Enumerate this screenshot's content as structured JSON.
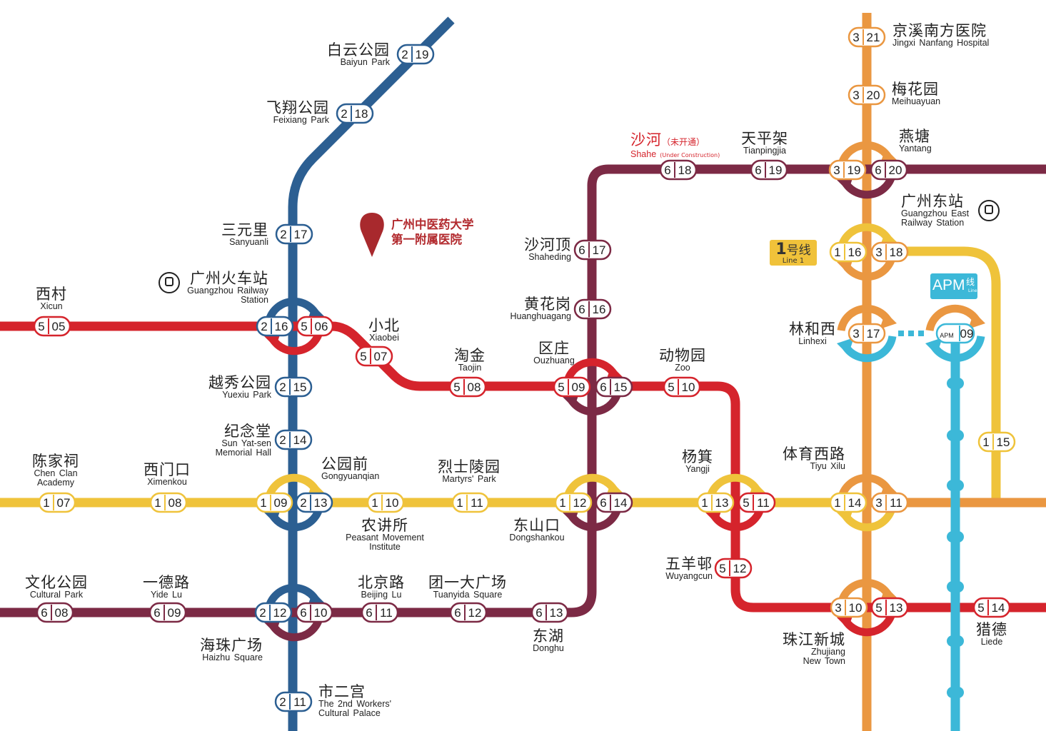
{
  "colors": {
    "line1": "#efc33b",
    "line2": "#2c5f92",
    "line3": "#ea9741",
    "line5": "#d5242c",
    "line6": "#7c2a45",
    "apm": "#3cb8d8"
  },
  "legend": {
    "line1_badge": "1",
    "line1_badge_zh": "号线",
    "line1_badge_en": "Line 1",
    "apm_badge": "APM",
    "apm_badge_zh": "线",
    "apm_badge_sub": "Line"
  },
  "hospital": {
    "name_line1": "广州中医药大学",
    "name_line2": "第一附属医院",
    "icon": "map-pin-icon"
  },
  "stations": [
    {
      "id": "baiyun-park",
      "zh": "白云公园",
      "en": "Baiyun Park",
      "codes": [
        [
          "2",
          "19"
        ]
      ]
    },
    {
      "id": "feixiang-park",
      "zh": "飞翔公园",
      "en": "Feixiang Park",
      "codes": [
        [
          "2",
          "18"
        ]
      ]
    },
    {
      "id": "sanyuanli",
      "zh": "三元里",
      "en": "Sanyuanli",
      "codes": [
        [
          "2",
          "17"
        ]
      ]
    },
    {
      "id": "guangzhou-railway-station",
      "zh": "广州火车站",
      "en1": "Guangzhou Railway",
      "en2": "Station",
      "codes": [
        [
          "2",
          "16"
        ],
        [
          "5",
          "06"
        ]
      ]
    },
    {
      "id": "xicun",
      "zh": "西村",
      "en": "Xicun",
      "codes": [
        [
          "5",
          "05"
        ]
      ]
    },
    {
      "id": "xiaobei",
      "zh": "小北",
      "en": "Xiaobei",
      "codes": [
        [
          "5",
          "07"
        ]
      ]
    },
    {
      "id": "taojin",
      "zh": "淘金",
      "en": "Taojin",
      "codes": [
        [
          "5",
          "08"
        ]
      ]
    },
    {
      "id": "ouzhuang",
      "zh": "区庄",
      "en": "Ouzhuang",
      "codes": [
        [
          "5",
          "09"
        ],
        [
          "6",
          "15"
        ]
      ]
    },
    {
      "id": "zoo",
      "zh": "动物园",
      "en": "Zoo",
      "codes": [
        [
          "5",
          "10"
        ]
      ]
    },
    {
      "id": "yuexiu-park",
      "zh": "越秀公园",
      "en": "Yuexiu Park",
      "codes": [
        [
          "2",
          "15"
        ]
      ]
    },
    {
      "id": "sun-yat-sen-memorial-hall",
      "zh": "纪念堂",
      "en1": "Sun Yat-sen",
      "en2": "Memorial Hall",
      "codes": [
        [
          "2",
          "14"
        ]
      ]
    },
    {
      "id": "chen-clan-academy",
      "zh": "陈家祠",
      "en1": "Chen Clan",
      "en2": "Academy",
      "codes": [
        [
          "1",
          "07"
        ]
      ]
    },
    {
      "id": "ximenkou",
      "zh": "西门口",
      "en": "Ximenkou",
      "codes": [
        [
          "1",
          "08"
        ]
      ]
    },
    {
      "id": "gongyuanqian",
      "zh": "公园前",
      "en": "Gongyuanqian",
      "codes": [
        [
          "1",
          "09"
        ],
        [
          "2",
          "13"
        ]
      ]
    },
    {
      "id": "peasant-movement-institute",
      "zh": "农讲所",
      "en1": "Peasant Movement",
      "en2": "Institute",
      "codes": [
        [
          "1",
          "10"
        ]
      ]
    },
    {
      "id": "martyrs-park",
      "zh": "烈士陵园",
      "en": "Martyrs' Park",
      "codes": [
        [
          "1",
          "11"
        ]
      ]
    },
    {
      "id": "dongshankou",
      "zh": "东山口",
      "en": "Dongshankou",
      "codes": [
        [
          "1",
          "12"
        ],
        [
          "6",
          "14"
        ]
      ]
    },
    {
      "id": "yangji",
      "zh": "杨箕",
      "en": "Yangji",
      "codes": [
        [
          "1",
          "13"
        ],
        [
          "5",
          "11"
        ]
      ]
    },
    {
      "id": "tiyu-xilu",
      "zh": "体育西路",
      "en": "Tiyu Xilu",
      "codes": [
        [
          "1",
          "14"
        ],
        [
          "3",
          "11"
        ]
      ]
    },
    {
      "id": "wuyangcun",
      "zh": "五羊邨",
      "en": "Wuyangcun",
      "codes": [
        [
          "5",
          "12"
        ]
      ]
    },
    {
      "id": "zhujiang-new-town",
      "zh": "珠江新城",
      "en1": "Zhujiang",
      "en2": "New Town",
      "codes": [
        [
          "3",
          "10"
        ],
        [
          "5",
          "13"
        ]
      ]
    },
    {
      "id": "liede",
      "zh": "猎德",
      "en": "Liede",
      "codes": [
        [
          "5",
          "14"
        ]
      ]
    },
    {
      "id": "cultural-park",
      "zh": "文化公园",
      "en": "Cultural Park",
      "codes": [
        [
          "6",
          "08"
        ]
      ]
    },
    {
      "id": "yide-lu",
      "zh": "一德路",
      "en": "Yide Lu",
      "codes": [
        [
          "6",
          "09"
        ]
      ]
    },
    {
      "id": "haizhu-square",
      "zh": "海珠广场",
      "en": "Haizhu Square",
      "codes": [
        [
          "2",
          "12"
        ],
        [
          "6",
          "10"
        ]
      ]
    },
    {
      "id": "beijing-lu",
      "zh": "北京路",
      "en": "Beijing Lu",
      "codes": [
        [
          "6",
          "11"
        ]
      ]
    },
    {
      "id": "tuanyida-square",
      "zh": "团一大广场",
      "en": "Tuanyida Square",
      "codes": [
        [
          "6",
          "12"
        ]
      ]
    },
    {
      "id": "donghu",
      "zh": "东湖",
      "en": "Donghu",
      "codes": [
        [
          "6",
          "13"
        ]
      ]
    },
    {
      "id": "the-2nd-workers-cultural-palace",
      "zh": "市二宫",
      "en1": "The 2nd Workers'",
      "en2": "Cultural Palace",
      "codes": [
        [
          "2",
          "11"
        ]
      ]
    },
    {
      "id": "shahe",
      "zh": "沙河",
      "zh_note": "（未开通）",
      "en": "Shahe",
      "en_note": "(Under Construction)",
      "codes": [
        [
          "6",
          "18"
        ]
      ]
    },
    {
      "id": "tianpingjia",
      "zh": "天平架",
      "en": "Tianpingjia",
      "codes": [
        [
          "6",
          "19"
        ]
      ]
    },
    {
      "id": "shaheding",
      "zh": "沙河顶",
      "en": "Shaheding",
      "codes": [
        [
          "6",
          "17"
        ]
      ]
    },
    {
      "id": "huanghuagang",
      "zh": "黄花岗",
      "en": "Huanghuagang",
      "codes": [
        [
          "6",
          "16"
        ]
      ]
    },
    {
      "id": "yantang",
      "zh": "燕塘",
      "en": "Yantang",
      "codes": [
        [
          "3",
          "19"
        ],
        [
          "6",
          "20"
        ]
      ]
    },
    {
      "id": "guangzhou-east-railway-station",
      "zh": "广州东站",
      "en1": "Guangzhou East",
      "en2": "Railway Station",
      "codes": [
        [
          "1",
          "16"
        ],
        [
          "3",
          "18"
        ]
      ]
    },
    {
      "id": "linhexi",
      "zh": "林和西",
      "en": "Linhexi",
      "codes": [
        [
          "3",
          "17"
        ],
        [
          "APM",
          "09"
        ]
      ]
    },
    {
      "id": "jingxi-nanfang-hospital",
      "zh": "京溪南方医院",
      "en": "Jingxi Nanfang Hospital",
      "codes": [
        [
          "3",
          "21"
        ]
      ]
    },
    {
      "id": "meihuayuan",
      "zh": "梅花园",
      "en": "Meihuayuan",
      "codes": [
        [
          "3",
          "20"
        ]
      ]
    },
    {
      "id": "linhexi-line1-link",
      "codes": [
        [
          "1",
          "15"
        ]
      ]
    }
  ]
}
